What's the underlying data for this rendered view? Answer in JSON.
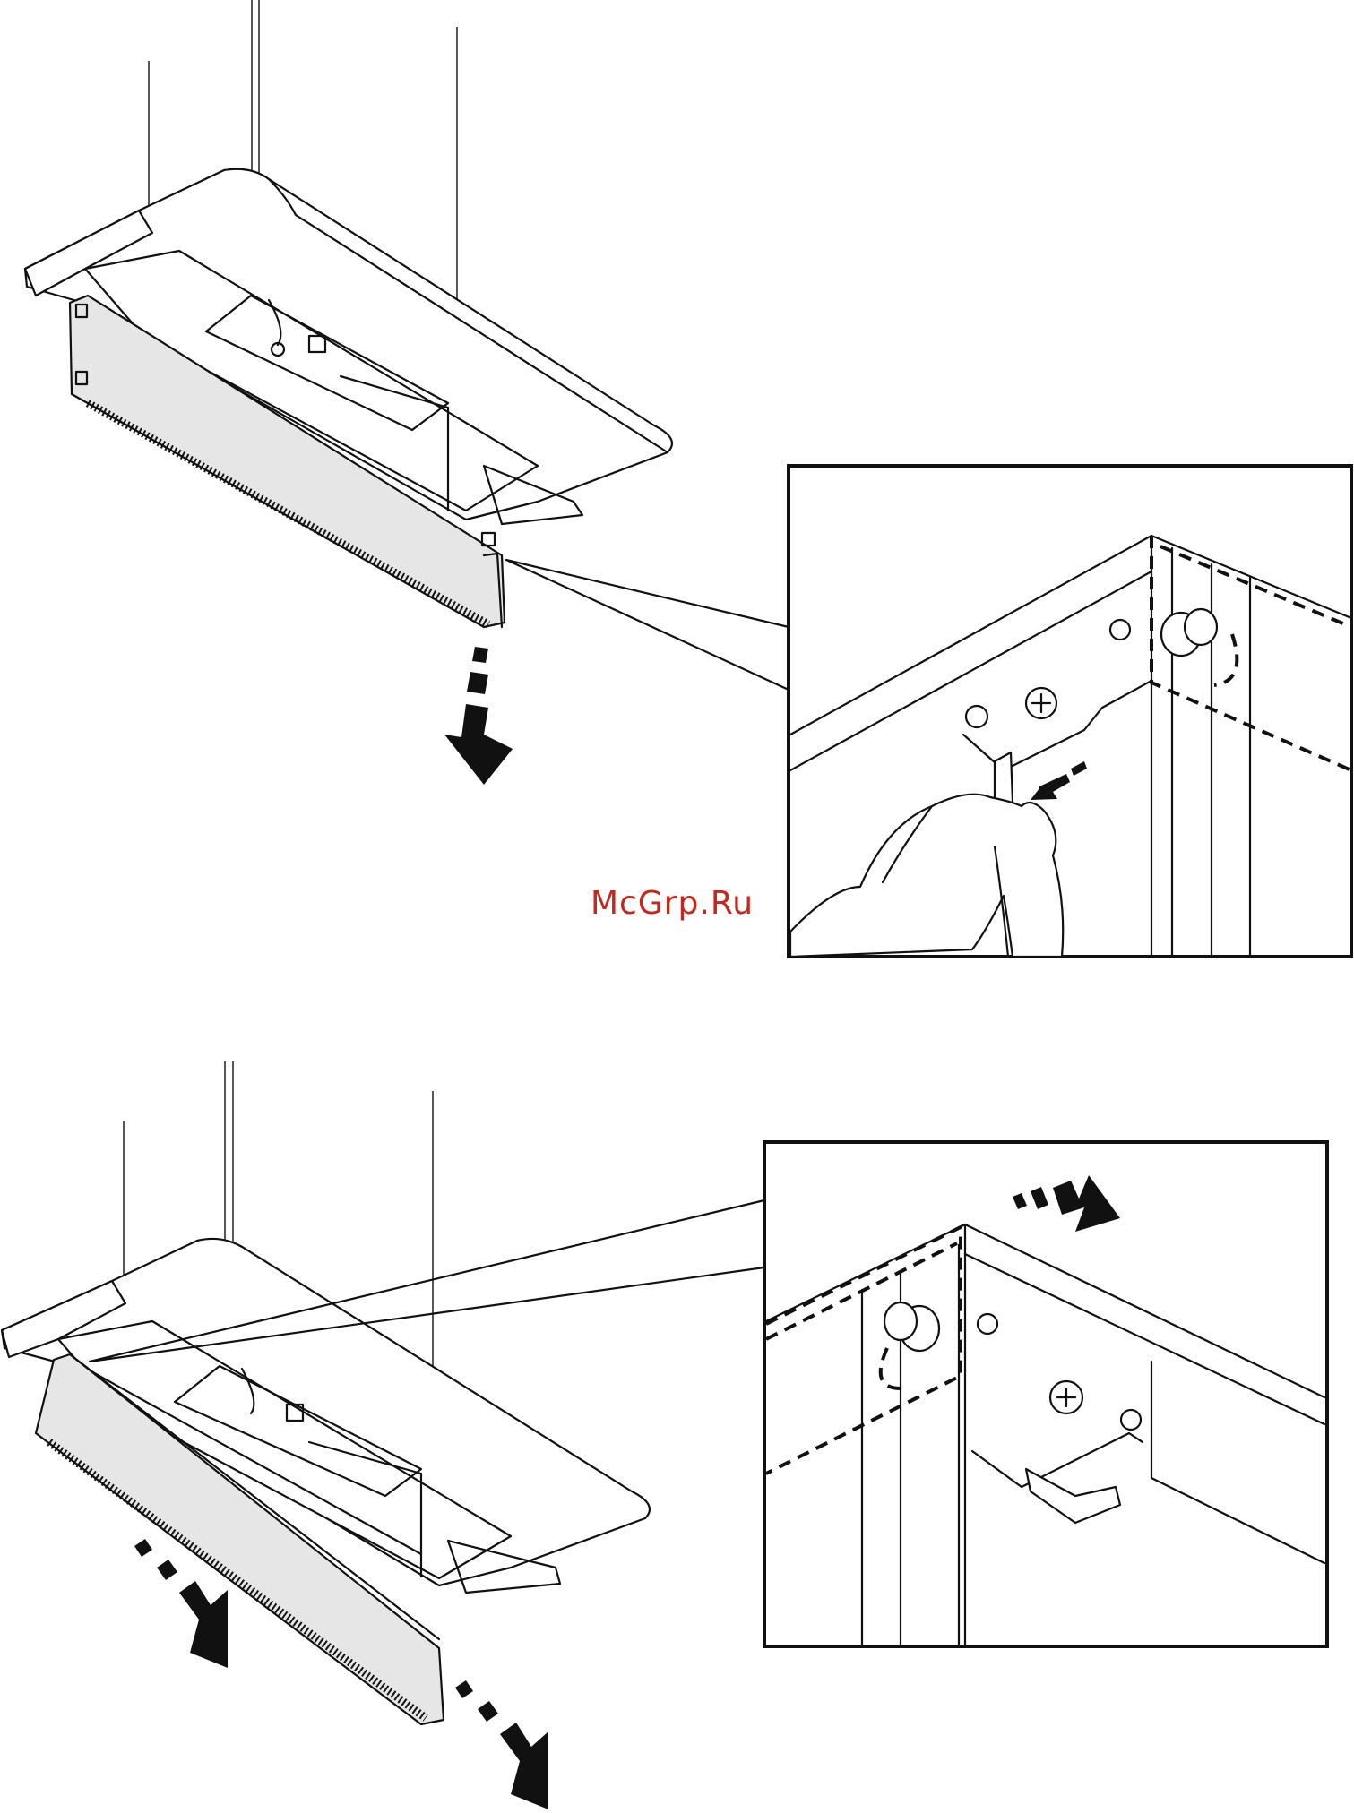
{
  "watermark": {
    "text": "McGrp.Ru",
    "color": "#c4281c"
  },
  "figures": [
    {
      "name": "release-front-panel",
      "arrows": [
        "arrow-down"
      ],
      "icons": [
        "hood-icon",
        "panel-latch-detail-icon",
        "finger-press-icon"
      ]
    },
    {
      "name": "remove-front-panel",
      "arrows": [
        "arrow-down-right",
        "arrow-down-right"
      ],
      "icons": [
        "hood-icon",
        "panel-latch-detail-icon"
      ]
    }
  ]
}
